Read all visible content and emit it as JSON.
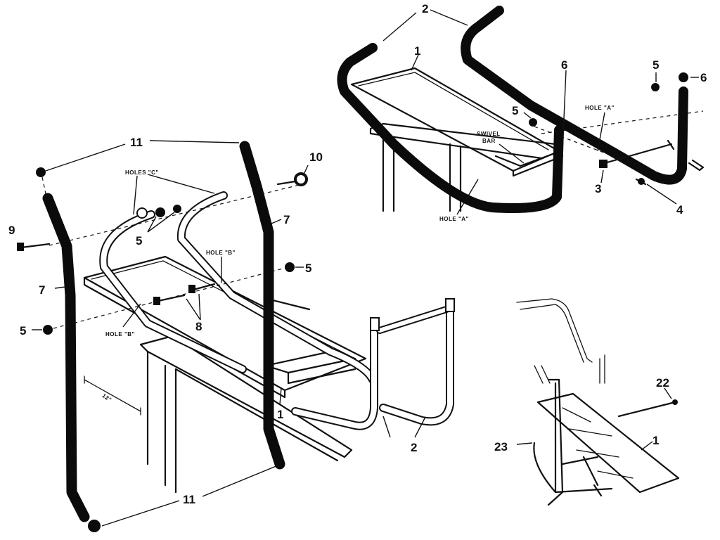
{
  "callouts": {
    "c1_top": "1",
    "c2_top": "2",
    "c6_top_a": "6",
    "c5_top_a": "5",
    "c5_top_b": "5",
    "c6_top_b": "6",
    "c3_top": "3",
    "c4_top": "4",
    "c11_top": "11",
    "c10": "10",
    "c7_right": "7",
    "c9": "9",
    "c5_left_a": "5",
    "c7_left": "7",
    "c5_right": "5",
    "c8": "8",
    "c5_left_b": "5",
    "c1_mid": "1",
    "c2_mid": "2",
    "c11_bottom": "11",
    "c22": "22",
    "c23": "23",
    "c1_small": "1"
  },
  "notes": {
    "hole_a_right": "HOLE \"A\"",
    "swivel": "SWIVEL",
    "bar": "BAR",
    "hole_a_bottom": "HOLE \"A\"",
    "holes_c": "HOLES \"C\"",
    "hole_b_right": "HOLE \"B\"",
    "hole_b_left": "HOLE \"B\"",
    "dimension": "12\""
  }
}
